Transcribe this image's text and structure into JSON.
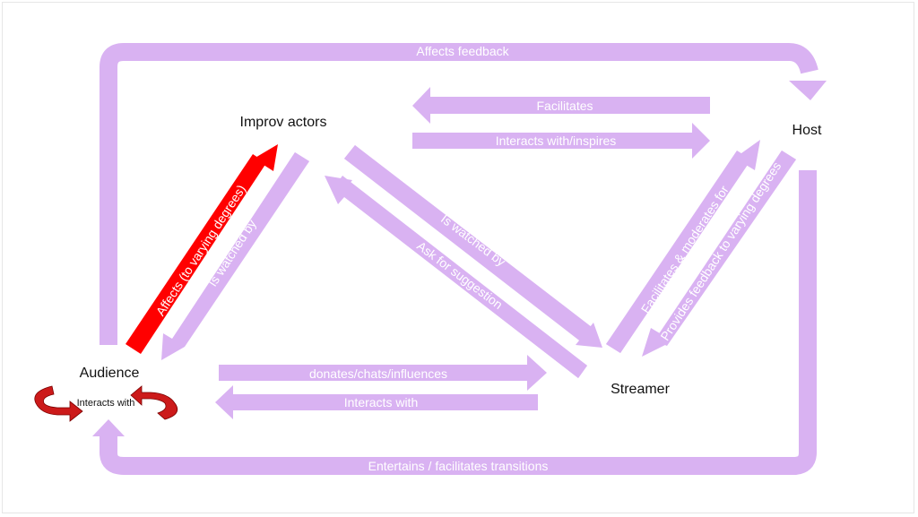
{
  "colors": {
    "arrow": "#d9b2f2",
    "highlight": "#ff0000",
    "loop": "#cc1a1a",
    "loop_edge": "#7a0000",
    "edge_text": "#ffffff",
    "node_text": "#111111"
  },
  "nodes": {
    "improv_actors": "Improv actors",
    "host": "Host",
    "audience": "Audience",
    "streamer": "Streamer"
  },
  "edges": {
    "affects_feedback": "Affects feedback",
    "facilitates": "Facilitates",
    "interacts_inspires": "Interacts with/inspires",
    "affects_varying": "Affects (to varying degrees)",
    "audience_watches_actors": "Is watched by",
    "actors_watched_by": "Is watched by",
    "ask_suggestion": "Ask for suggestion",
    "facilitates_moderates": "Facilitates & moderates for",
    "provides_feedback": "Provides feedback to varying degrees",
    "donates": "donates/chats/influences",
    "interacts_with": "Interacts with",
    "entertains": "Entertains / facilitates transitions",
    "audience_self": "Interacts with"
  }
}
